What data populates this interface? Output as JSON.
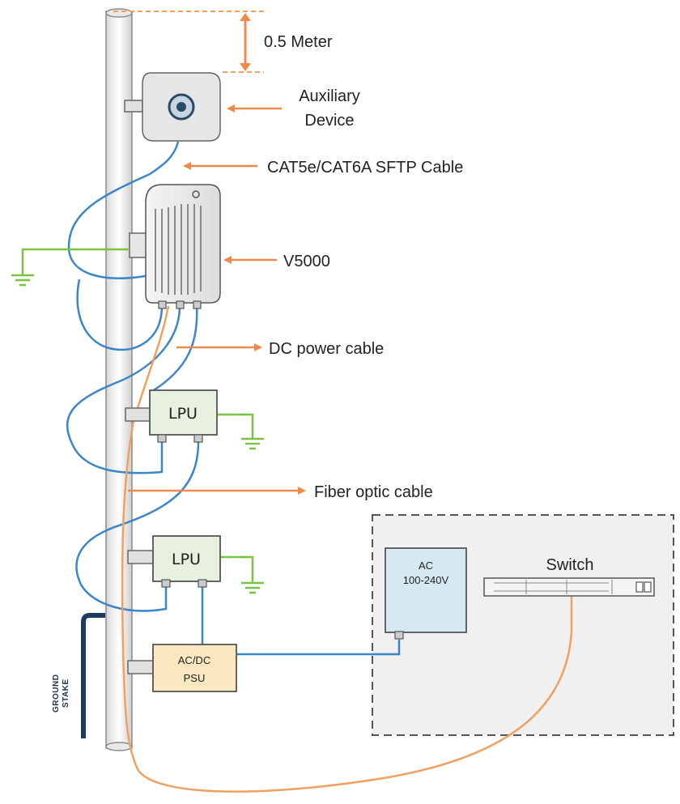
{
  "labels": {
    "height": "0.5 Meter",
    "auxiliary_line1": "Auxiliary",
    "auxiliary_line2": "Device",
    "cable": "CAT5e/CAT6A SFTP Cable",
    "radio": "V5000",
    "dc_power": "DC power cable",
    "fiber": "Fiber optic cable",
    "ground_stake_line1": "GROUND",
    "ground_stake_line2": "STAKE"
  },
  "boxes": {
    "lpu_top": "LPU",
    "lpu_bottom": "LPU",
    "psu_line1": "AC/DC",
    "psu_line2": "PSU",
    "ac_line1": "AC",
    "ac_line2": "100-240V",
    "switch": "Switch"
  },
  "colors": {
    "ethernet": "#3a86c8",
    "fiber": "#f0a060",
    "ground": "#7cc242",
    "arrow": "#f08a4b",
    "lpu_fill": "#e8f0e0",
    "psu_fill": "#fbe7c0",
    "ac_fill": "#d6e8f2",
    "enclosure_fill": "#f0f0f0"
  }
}
